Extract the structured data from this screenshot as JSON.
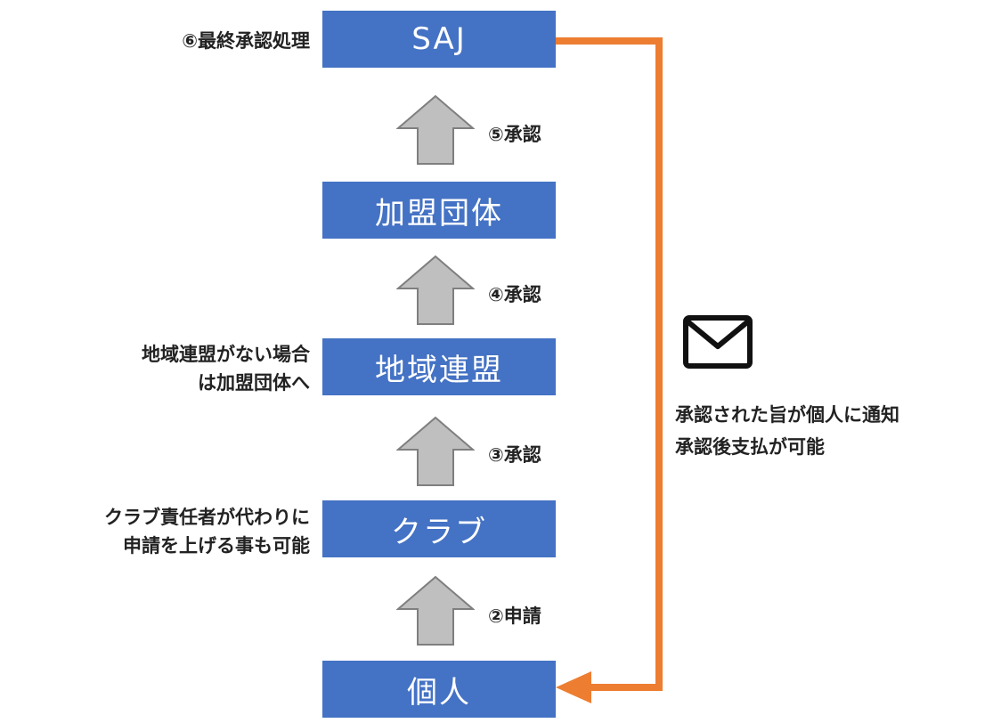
{
  "colors": {
    "box_fill": "#4472c4",
    "connector": "#ed7d31",
    "arrow_fill": "#bfbfbf",
    "arrow_stroke": "#7f7f7f"
  },
  "boxes": {
    "saj": "SAJ",
    "member_org": "加盟団体",
    "regional_federation": "地域連盟",
    "club": "クラブ",
    "individual": "個人"
  },
  "steps": {
    "apply": "②申請",
    "approve3": "③承認",
    "approve4": "④承認",
    "approve5": "⑤承認"
  },
  "notes": {
    "final": "⑥最終承認処理",
    "regional_line1": "地域連盟がない場合",
    "regional_line2": "は加盟団体へ",
    "club_line1": "クラブ責任者が代わりに",
    "club_line2": "申請を上げる事も可能"
  },
  "notification": {
    "icon": "envelope-icon",
    "line1": "承認された旨が個人に通知",
    "line2": "承認後支払が可能"
  }
}
